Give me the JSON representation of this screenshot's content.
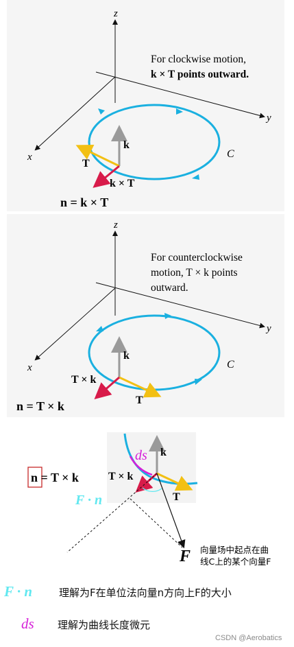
{
  "colors": {
    "panel_bg": "#f5f5f5",
    "curve": "#1ab0e0",
    "k_vector": "#9a9a9a",
    "T_vector": "#f2c014",
    "n_vector": "#d81b4a",
    "F_dot_n": "#62e8f0",
    "ds": "#d51ed8",
    "box_border": "#c62828"
  },
  "panel1": {
    "axis_z": "z",
    "axis_y": "y",
    "axis_x": "x",
    "note_line1": "For clockwise motion,",
    "note_line2": "k × T points outward.",
    "curve_label": "C",
    "k_label": "k",
    "T_label": "T",
    "n_label": "k × T",
    "formula": "n = k × T"
  },
  "panel2": {
    "axis_z": "z",
    "axis_y": "y",
    "axis_x": "x",
    "note_line1": "For counterclockwise",
    "note_line2": "motion, T × k points",
    "note_line3": "outward.",
    "curve_label": "C",
    "k_label": "k",
    "T_label": "T",
    "n_label": "T × k",
    "formula": "n = T × k"
  },
  "panel3": {
    "k_label": "k",
    "ds_label": "ds",
    "formula": "n = T × k",
    "n_label": "T × k",
    "T_label": "T",
    "F_dot_n": "F · n",
    "F_label": "F",
    "F_note_line1": "向量场中起点在曲",
    "F_note_line2": "线C上的某个向量F"
  },
  "notes": [
    {
      "symbol": "F · n",
      "text": "理解为F在单位法向量n方向上F的大小"
    },
    {
      "symbol": "ds",
      "text": "理解为曲线长度微元"
    }
  ],
  "watermark": "CSDN @Aerobatics"
}
